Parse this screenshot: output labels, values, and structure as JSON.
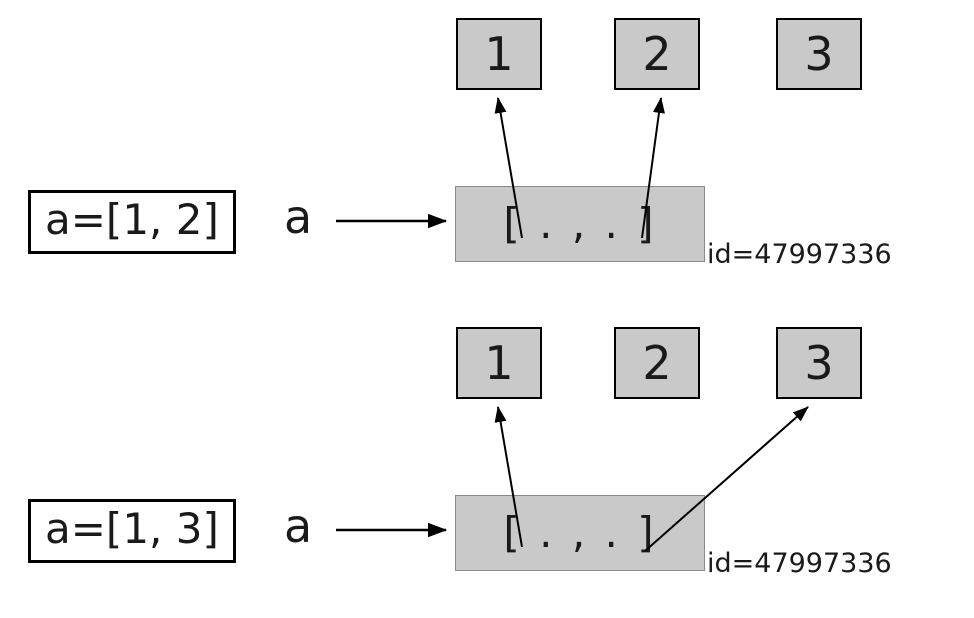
{
  "diagram": {
    "title_semantic": "python-list-mutation-identity-diagram",
    "colors": {
      "background": "#ffffff",
      "box_fill": "#c9c9c9",
      "line": "#000000"
    },
    "panels": [
      {
        "code_label": "a=[1, 2]",
        "var_label": "a",
        "list_label": "[ . , . ]",
        "id_label": "id=47997336",
        "cells": [
          "1",
          "2",
          "3"
        ],
        "pointer_targets": [
          "1",
          "2"
        ]
      },
      {
        "code_label": "a=[1, 3]",
        "var_label": "a",
        "list_label": "[ . , . ]",
        "id_label": "id=47997336",
        "cells": [
          "1",
          "2",
          "3"
        ],
        "pointer_targets": [
          "1",
          "3"
        ]
      }
    ]
  }
}
